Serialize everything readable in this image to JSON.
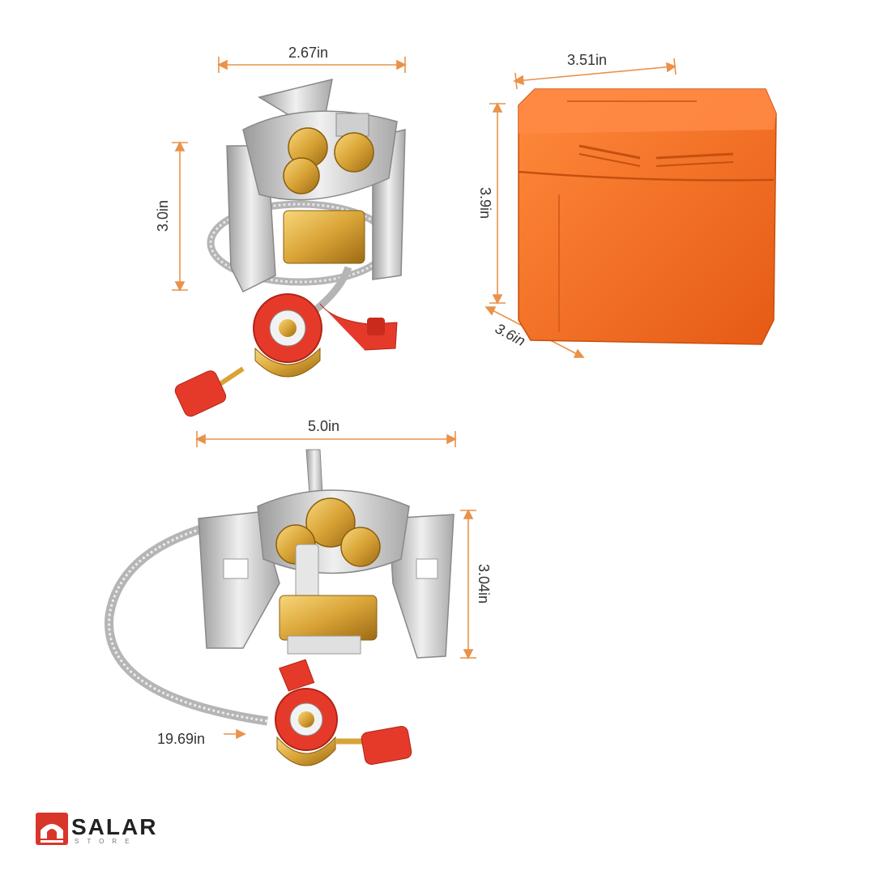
{
  "colors": {
    "dimension_line": "#e8924a",
    "case_orange": "#f26a1f",
    "brass": "#d9a437",
    "steel": "#c8c8c8",
    "valve_red": "#e53a2a",
    "logo_red": "#d9362b"
  },
  "dimensions": {
    "top_stove_width": "2.67in",
    "top_stove_height": "3.0in",
    "case_width": "3.51in",
    "case_height": "3.9in",
    "case_depth": "3.6in",
    "open_stove_width": "5.0in",
    "open_stove_height": "3.04in",
    "hose_length": "19.69in"
  },
  "logo": {
    "icon": "mountain-logo-icon",
    "wordmark": "SALAR",
    "subtitle": "STORE"
  }
}
